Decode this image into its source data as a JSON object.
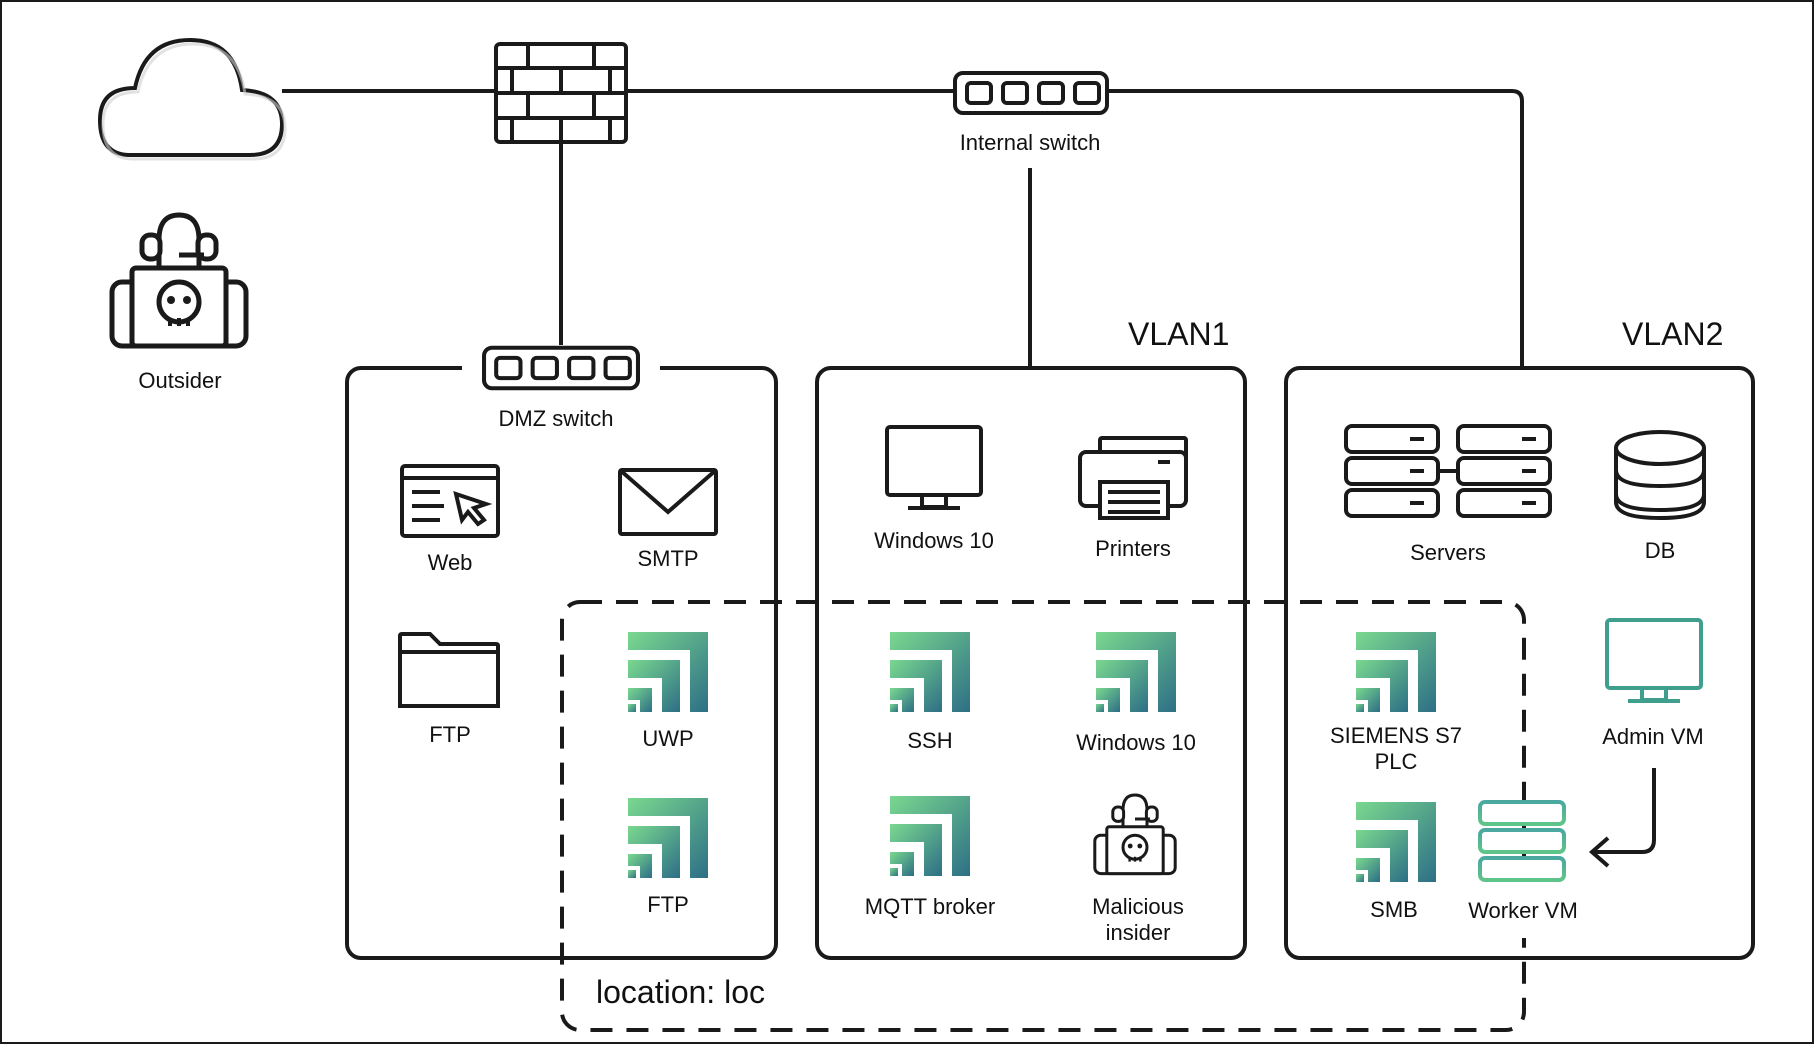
{
  "nodes": {
    "outsider": "Outsider",
    "internal_switch": "Internal switch",
    "dmz_switch": "DMZ switch",
    "web": "Web",
    "smtp": "SMTP",
    "ftp_dmz": "FTP",
    "uwp": "UWP",
    "ftp_honeypot": "FTP",
    "windows10": "Windows 10",
    "printers": "Printers",
    "ssh": "SSH",
    "windows10_honeypot": "Windows 10",
    "mqtt_broker": "MQTT broker",
    "malicious_insider": "Malicious\ninsider",
    "servers": "Servers",
    "db": "DB",
    "siemens_plc": "SIEMENS S7\nPLC",
    "admin_vm": "Admin VM",
    "smb": "SMB",
    "worker_vm": "Worker VM"
  },
  "zones": {
    "vlan1": "VLAN1",
    "vlan2": "VLAN2",
    "location": "location: loc"
  },
  "colors": {
    "stroke": "#1a1a1a",
    "honeypot_light": "#6fd08a",
    "honeypot_dark": "#2e7d8a",
    "teal_outline": "#3f9e8c"
  }
}
